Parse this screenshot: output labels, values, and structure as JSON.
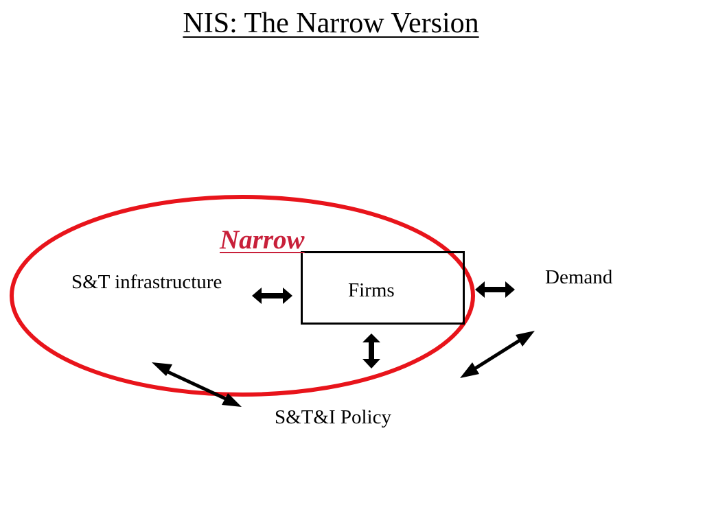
{
  "slide": {
    "title": "NIS: The Narrow Version"
  },
  "diagram": {
    "scope_label": "Narrow",
    "nodes": {
      "firms": "Firms",
      "infrastructure": "S&T infrastructure",
      "demand": "Demand",
      "policy": "S&T&I Policy"
    },
    "colors": {
      "scope_ellipse": "#e8141b",
      "scope_label": "#c8203a",
      "arrows": "#000000",
      "box_border": "#000000"
    }
  }
}
